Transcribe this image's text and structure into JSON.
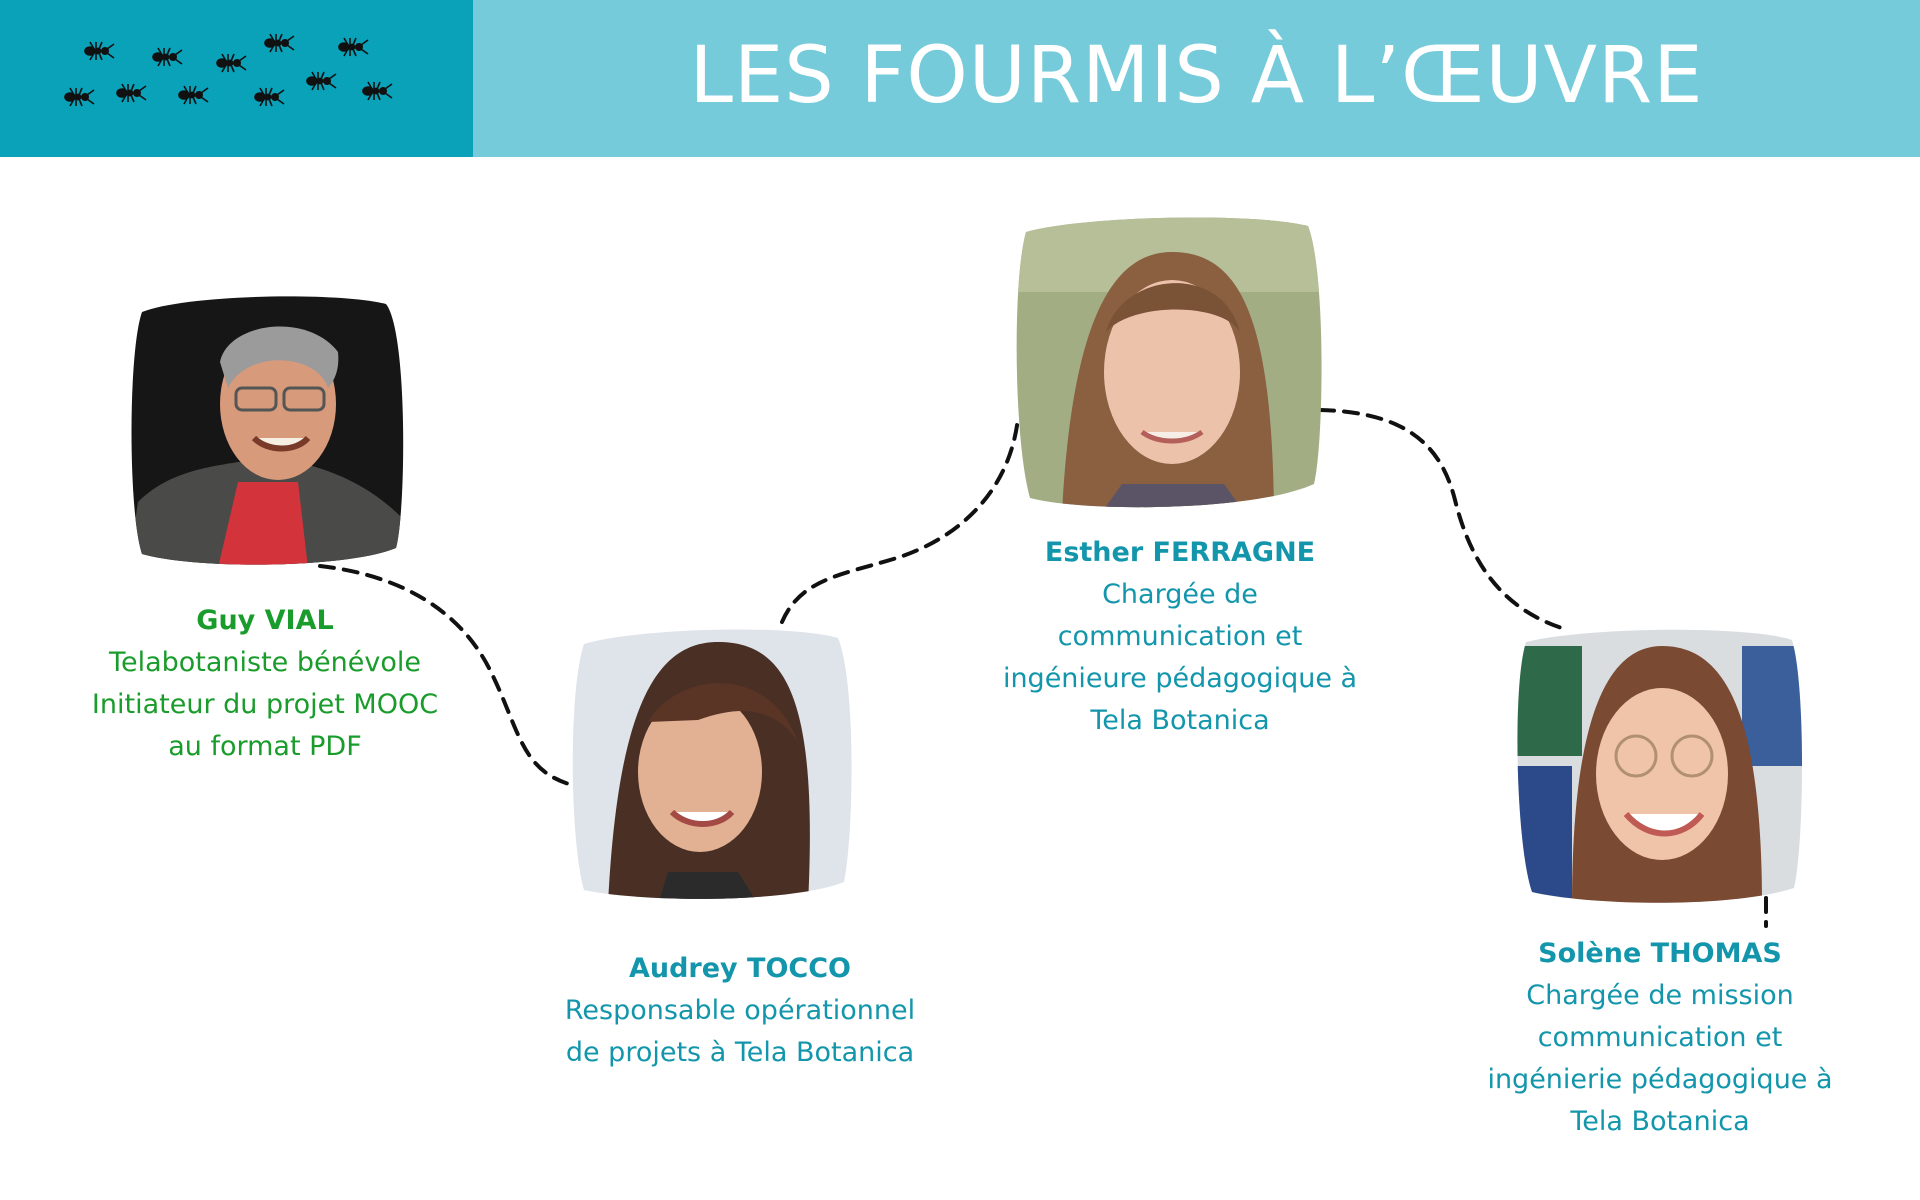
{
  "header": {
    "title": "LES FOURMIS À L’ŒUVRE"
  },
  "colors": {
    "header_dark": "#0aa2b9",
    "header_light": "#76cbdb",
    "name_green": "#1a9c2c",
    "name_teal": "#1396ac"
  },
  "people": [
    {
      "name": "Guy VIAL",
      "lines": [
        "Telabotaniste bénévole",
        "Initiateur du projet MOOC",
        "au format PDF"
      ]
    },
    {
      "name": "Audrey TOCCO",
      "lines": [
        "Responsable opérationnel",
        "de projets à Tela Botanica"
      ]
    },
    {
      "name": "Esther FERRAGNE",
      "lines": [
        "Chargée de",
        "communication et",
        "ingénieure pédagogique à",
        "Tela Botanica"
      ]
    },
    {
      "name": "Solène THOMAS",
      "lines": [
        "Chargée de mission",
        "communication et",
        "ingénierie pédagogique à",
        "Tela Botanica"
      ]
    }
  ]
}
